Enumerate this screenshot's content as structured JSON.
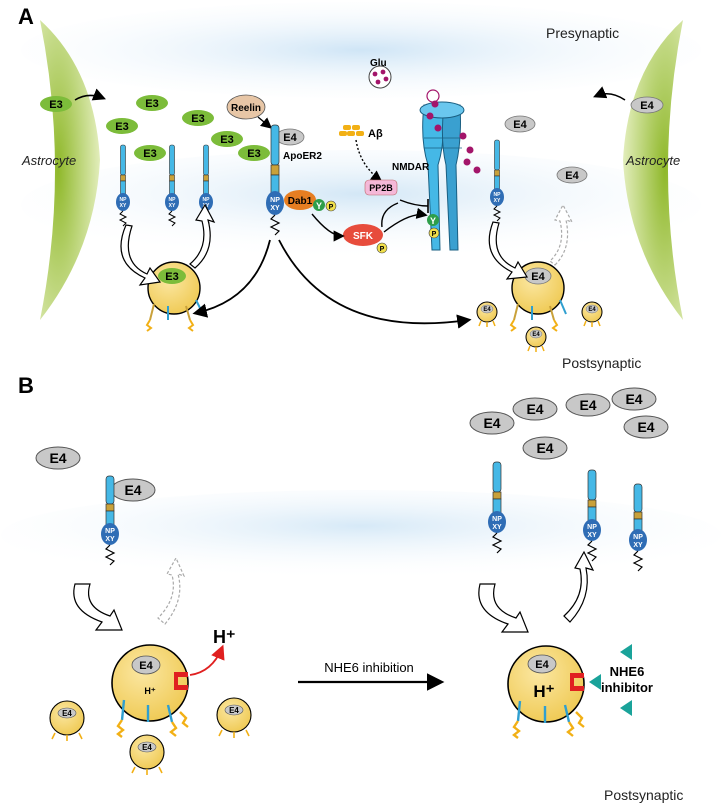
{
  "panel_a": {
    "label": "A",
    "presynaptic": "Presynaptic",
    "postsynaptic": "Postsynaptic",
    "astrocyte_left": "Astrocyte",
    "astrocyte_right": "Astrocyte",
    "glu": "Glu",
    "reelin": "Reelin",
    "abeta": "Aβ",
    "apoer2": "ApoER2",
    "nmdar": "NMDAR",
    "dab1": "Dab1",
    "sfk": "SFK",
    "pp2b": "PP2B",
    "e3": "E3",
    "e4": "E4",
    "y": "Y",
    "p": "P",
    "npxy_top": "NP",
    "npxy_bottom": "XY"
  },
  "panel_b": {
    "label": "B",
    "postsynaptic": "Postsynaptic",
    "e4": "E4",
    "h_plus": "H⁺",
    "nhe6_inhibition": "NHE6 inhibition",
    "nhe6_inhibitor_line1": "NHE6",
    "nhe6_inhibitor_line2": "inhibitor"
  },
  "colors": {
    "membrane_blue": "#d6e9f7",
    "astrocyte_green": "#c5dc7a",
    "e3_green": "#7cbc3a",
    "e4_gray": "#c8c8c8",
    "receptor_blue": "#45b8e6",
    "receptor_tan": "#c9a13a",
    "npxy_blue": "#2f6db5",
    "endosome_yellow": "#f7d978",
    "dab1_orange": "#e67e22",
    "sfk_red": "#e74c3c",
    "y_green": "#2e9e4a",
    "p_yellow": "#f1e04b",
    "pp2b_pink": "#f5b8d8",
    "glu_magenta": "#a3156a",
    "teal_inhibitor": "#1aa39a",
    "nhe6_red": "#e02020"
  }
}
